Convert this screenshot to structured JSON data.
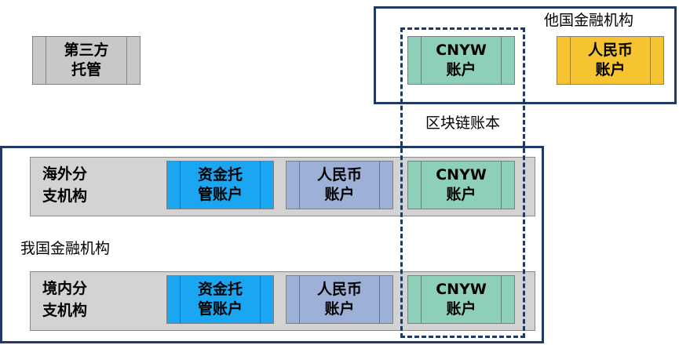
{
  "labels": {
    "foreign_institution": "他国金融机构",
    "blockchain_ledger": "区块链账本",
    "domestic_institution": "我国金融机构"
  },
  "boxes": {
    "third_party_custody": "第三方\n托管",
    "foreign_cnyw": "CNYW\n账户",
    "foreign_rmb": "人民币\n账户",
    "overseas_custody": "资金托\n管账户",
    "overseas_rmb": "人民币\n账户",
    "overseas_cnyw": "CNYW\n账户",
    "domestic_custody": "资金托\n管账户",
    "domestic_rmb": "人民币\n账户",
    "domestic_cnyw": "CNYW\n账户"
  },
  "rows": {
    "overseas_branch": "海外分\n支机构",
    "domestic_branch": "境内分\n支机构"
  },
  "colors": {
    "frame": "#1f3864",
    "gray_box": "#c8c8c8",
    "teal_box": "#8dcfb7",
    "yellow_box": "#f7c431",
    "blue_box": "#1aa6f0",
    "slate_box": "#9db1d8"
  }
}
